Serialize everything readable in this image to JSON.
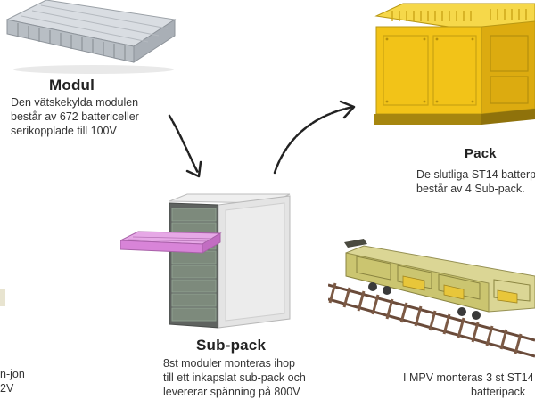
{
  "modul": {
    "title": "Modul",
    "desc": [
      "Den vätskekylda modulen",
      "består av 672 battericeller",
      "serikopplade till 100V"
    ]
  },
  "pack": {
    "title": "Pack",
    "desc": [
      "De slutliga ST14 batterpa",
      "består av 4 Sub-pack."
    ]
  },
  "subpack": {
    "title": "Sub-pack",
    "desc": [
      "8st moduler monteras ihop",
      "till ett inkapslat sub-pack och",
      "levererar spänning på 800V"
    ]
  },
  "mpv": {
    "desc": [
      "I MPV monteras 3 st ST14",
      "batteripack"
    ]
  },
  "cell_fragment": {
    "desc": [
      "n-jon",
      "2V"
    ]
  },
  "colors": {
    "module_silver": "#cfd3d8",
    "pack_yellow": "#f2c318",
    "subpack_grey": "#e4e4e4",
    "subpack_module_pink": "#d884d8",
    "train_olive": "#c9c36a",
    "arrow": "#222222"
  }
}
